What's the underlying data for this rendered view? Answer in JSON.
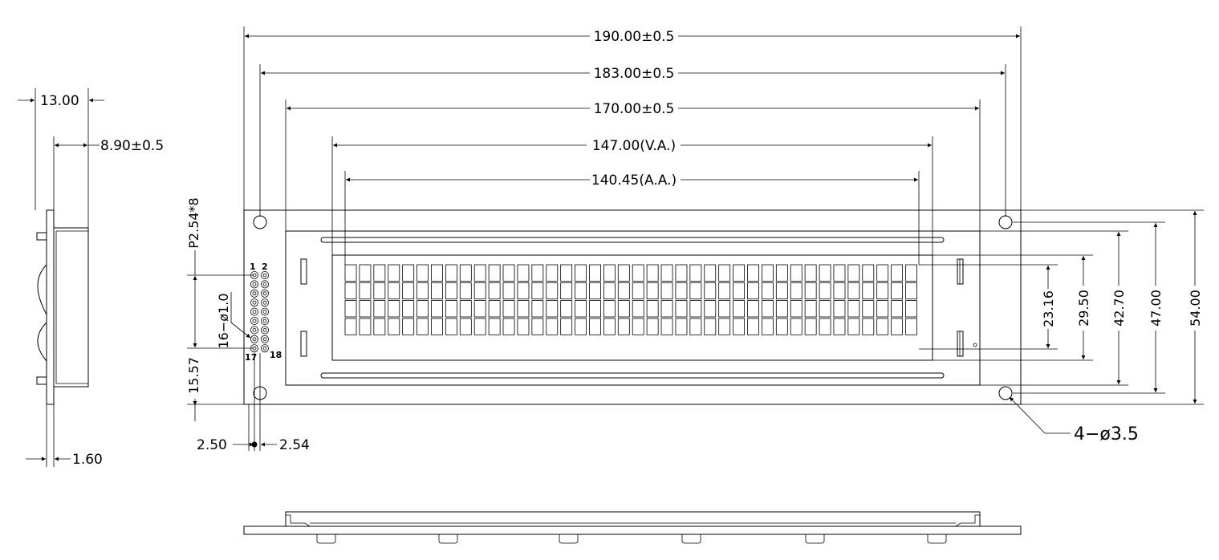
{
  "dimensions": {
    "overall_width": "190.00±0.5",
    "hole_pitch_x": "183.00±0.5",
    "bezel_width": "170.00±0.5",
    "view_area": "147.00(V.A.)",
    "active_area": "140.45(A.A.)",
    "thickness_total": "13.00",
    "thickness_module": "8.90±0.5",
    "pcb_thickness": "1.60",
    "pin_pitch_label": "P2.54*8",
    "pin_hole": "16−ø1.0",
    "pin_offset_v": "15.57",
    "pin_offset_h": "2.50",
    "pin_pitch_h": "2.54",
    "height_aa": "23.16",
    "height_va": "29.50",
    "height_bezel": "42.70",
    "height_holes": "47.00",
    "height_overall": "54.00",
    "mount_holes": "4−ø3.5"
  },
  "pins": {
    "p1": "1",
    "p2": "2",
    "p17": "17",
    "p18": "18"
  },
  "display": {
    "columns": 40,
    "rows": 4
  }
}
